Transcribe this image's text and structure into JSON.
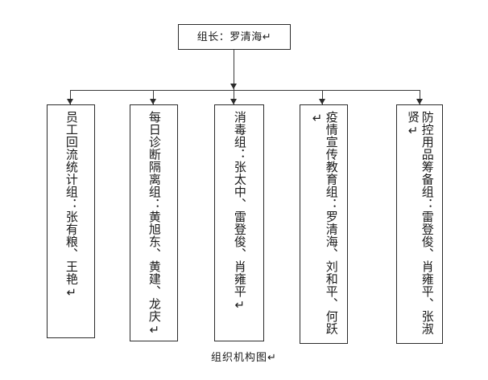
{
  "diagram": {
    "type": "organization-chart",
    "caption": "组织机构图↵",
    "root": {
      "label": "组长：罗清海↵"
    },
    "departments": [
      {
        "name": "员工回流统计组",
        "members": "张有粮、王艳",
        "text": "员工回流统计组：张有粮、王艳↵"
      },
      {
        "name": "每日诊断隔离组",
        "members": "黄旭东、黄建、龙庆",
        "text": "每日诊断隔离组：黄旭东、黄建、龙庆↵"
      },
      {
        "name": "消毒组",
        "members": "张太中、雷登俊、肖雍平",
        "text": "消毒组：张太中、雷登俊、肖雍平↵"
      },
      {
        "name": "疫情宣传教育组",
        "members": "罗清海、刘和平、何跃",
        "text": "疫情宣传教育组：罗清海、刘和平、何跃↵"
      },
      {
        "name": "防控用品筹备组",
        "members": "雷登俊、肖雍平、张淑贤",
        "text": "防控用品筹备组：雷登俊、肖雍平、张淑贤↵"
      }
    ],
    "colors": {
      "background": "#ffffff",
      "box_border": "#2b2b2b",
      "connector": "#3a3a3a",
      "text": "#1a1a1a"
    }
  }
}
